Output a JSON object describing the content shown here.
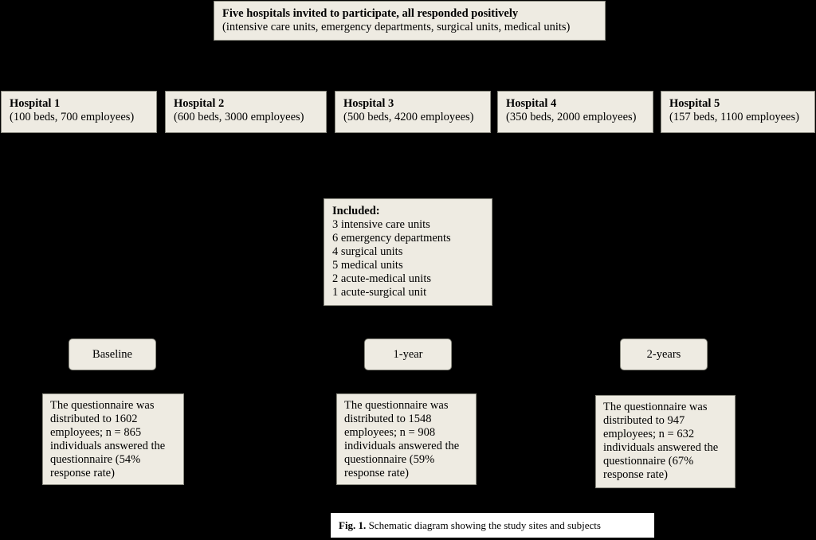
{
  "top": {
    "title": "Five hospitals invited to participate, all responded positively",
    "subtitle": "(intensive care units, emergency departments, surgical units, medical units)"
  },
  "hospitals": [
    {
      "name": "Hospital 1",
      "detail": "(100 beds, 700 employees)"
    },
    {
      "name": "Hospital 2",
      "detail": "(600 beds, 3000 employees)"
    },
    {
      "name": "Hospital 3",
      "detail": "(500 beds, 4200 employees)"
    },
    {
      "name": "Hospital 4",
      "detail": "(350 beds, 2000 employees)"
    },
    {
      "name": "Hospital 5",
      "detail": "(157 beds, 1100 employees)"
    }
  ],
  "included": {
    "heading": "Included:",
    "items": [
      "3 intensive care units",
      "6 emergency departments",
      "4 surgical units",
      "5 medical units",
      "2 acute-medical units",
      "1 acute-surgical unit"
    ]
  },
  "phases": [
    {
      "label": "Baseline",
      "result": [
        "The questionnaire was",
        "distributed to 1602",
        "employees; n = 865",
        "individuals answered the",
        "questionnaire (54%",
        "response rate)"
      ]
    },
    {
      "label": "1-year",
      "result": [
        "The questionnaire was",
        "distributed to 1548",
        "employees; n = 908",
        "individuals answered the",
        "questionnaire (59%",
        "response rate)"
      ]
    },
    {
      "label": "2-years",
      "result": [
        "The questionnaire was",
        "distributed to 947",
        "employees; n = 632",
        "individuals answered the",
        "questionnaire (67%",
        "response rate)"
      ]
    }
  ],
  "caption": {
    "label": "Fig. 1.",
    "text": "Schematic diagram showing the study sites and subjects"
  }
}
